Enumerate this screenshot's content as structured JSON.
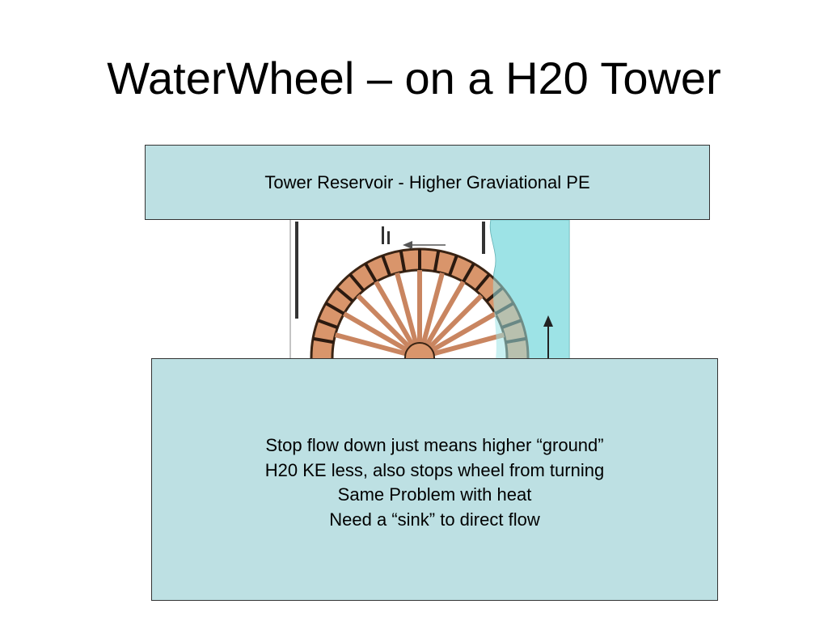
{
  "slide": {
    "title": "WaterWheel – on a H20 Tower",
    "reservoir_label": "Tower Reservoir - Higher Graviational PE",
    "notes": [
      "Stop flow down just means higher “ground”",
      "H20 KE less, also stops wheel from turning",
      "Same Problem with heat",
      "Need a “sink” to direct flow"
    ]
  },
  "colors": {
    "box_fill": "#bde0e3",
    "water": "#9de3e6",
    "wheel_wood": "#d9956b",
    "wheel_dark": "#2b1a10"
  }
}
